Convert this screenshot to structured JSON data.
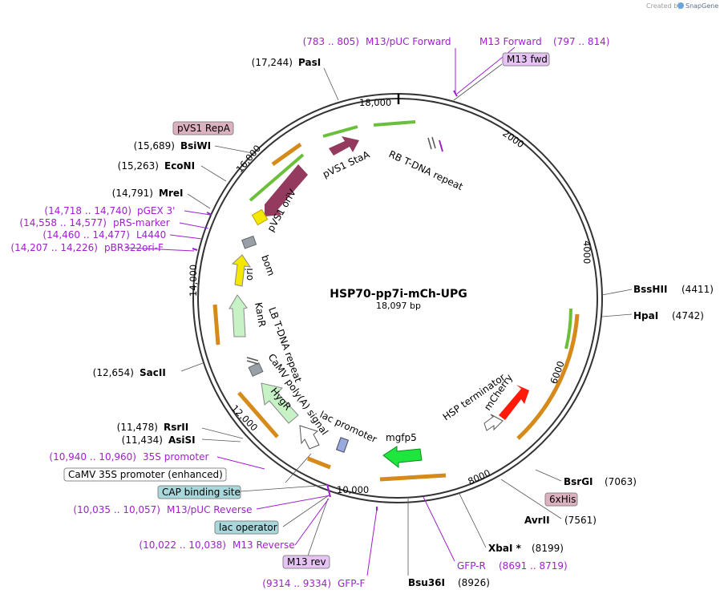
{
  "plasmid": {
    "name": "HSP70-pp7i-mCh-UPG",
    "length_label": "18,097 bp",
    "length_bp": 18097
  },
  "watermark": {
    "created_by": "Created by",
    "brand": "SnapGene"
  },
  "ticks": [
    {
      "pos": 2000,
      "label": "2000"
    },
    {
      "pos": 4000,
      "label": "4000"
    },
    {
      "pos": 6000,
      "label": "6000"
    },
    {
      "pos": 8000,
      "label": "8000"
    },
    {
      "pos": 10000,
      "label": "10,000"
    },
    {
      "pos": 12000,
      "label": "12,000"
    },
    {
      "pos": 14000,
      "label": "14,000"
    },
    {
      "pos": 16000,
      "label": "16,000"
    },
    {
      "pos": 18000,
      "label": "18,000"
    }
  ],
  "enzymes": [
    {
      "name": "PasI",
      "pos": "(17,244)"
    },
    {
      "name": "BsiWI",
      "pos": "(15,689)"
    },
    {
      "name": "EcoNI",
      "pos": "(15,263)"
    },
    {
      "name": "MreI",
      "pos": "(14,791)"
    },
    {
      "name": "SacII",
      "pos": "(12,654)"
    },
    {
      "name": "RsrII",
      "pos": "(11,478)"
    },
    {
      "name": "AsiSI",
      "pos": "(11,434)"
    },
    {
      "name": "BssHII",
      "pos": "(4411)"
    },
    {
      "name": "HpaI",
      "pos": "(4742)"
    },
    {
      "name": "BsrGI",
      "pos": "(7063)"
    },
    {
      "name": "AvrII",
      "pos": "(7561)"
    },
    {
      "name": "XbaI *",
      "pos": "(8199)"
    },
    {
      "name": "Bsu36I",
      "pos": "(8926)"
    }
  ],
  "primers": [
    {
      "name": "M13/pUC Forward",
      "range": "(783 .. 805)"
    },
    {
      "name": "M13 Forward",
      "range": "(797 .. 814)"
    },
    {
      "name": "pGEX 3'",
      "range": "(14,718 .. 14,740)"
    },
    {
      "name": "pRS-marker",
      "range": "(14,558 .. 14,577)"
    },
    {
      "name": "L4440",
      "range": "(14,460 .. 14,477)"
    },
    {
      "name": "pBR322ori-F",
      "range": "(14,207 .. 14,226)"
    },
    {
      "name": "35S promoter",
      "range": "(10,940 .. 10,960)"
    },
    {
      "name": "M13/pUC Reverse",
      "range": "(10,035 .. 10,057)"
    },
    {
      "name": "M13 Reverse",
      "range": "(10,022 .. 10,038)"
    },
    {
      "name": "GFP-F",
      "range": "(9314 .. 9334)"
    },
    {
      "name": "GFP-R",
      "range": "(8691 .. 8719)"
    }
  ],
  "boxed": [
    {
      "name": "M13 fwd",
      "color": "#e7c3f5"
    },
    {
      "name": "pVS1 RepA",
      "color": "#dcb1c0"
    },
    {
      "name": "6xHis",
      "color": "#dcb1c0"
    },
    {
      "name": "CaMV 35S promoter (enhanced)",
      "color": "#ffffff"
    },
    {
      "name": "CAP binding site",
      "color": "#a8d8dc"
    },
    {
      "name": "lac operator",
      "color": "#a8d8dc"
    },
    {
      "name": "M13 rev",
      "color": "#e7c3f5"
    }
  ],
  "features": [
    {
      "name": "RB T-DNA repeat"
    },
    {
      "name": "pVS1 StaA",
      "color": "#933a5e"
    },
    {
      "name": "pVS1 oriV",
      "color": "#933a5e"
    },
    {
      "name": "bom",
      "color": "#9aa0a8"
    },
    {
      "name": "ori",
      "color": "#f5e800"
    },
    {
      "name": "KanR",
      "color": "#c6f2c6"
    },
    {
      "name": "LB T-DNA repeat"
    },
    {
      "name": "CaMV poly(A) signal",
      "color": "#9aa0a8"
    },
    {
      "name": "HygR",
      "color": "#c6f2c6"
    },
    {
      "name": "lac promoter"
    },
    {
      "name": "mgfp5",
      "color": "#1ee63c"
    },
    {
      "name": "HSP terminator"
    },
    {
      "name": "mCherry",
      "color": "#ff1a0a"
    }
  ],
  "colors": {
    "primer": "#a020d0",
    "orf_fill": "#f7d58c",
    "orf_stroke": "#d68a1a",
    "backbone": "#000000"
  }
}
